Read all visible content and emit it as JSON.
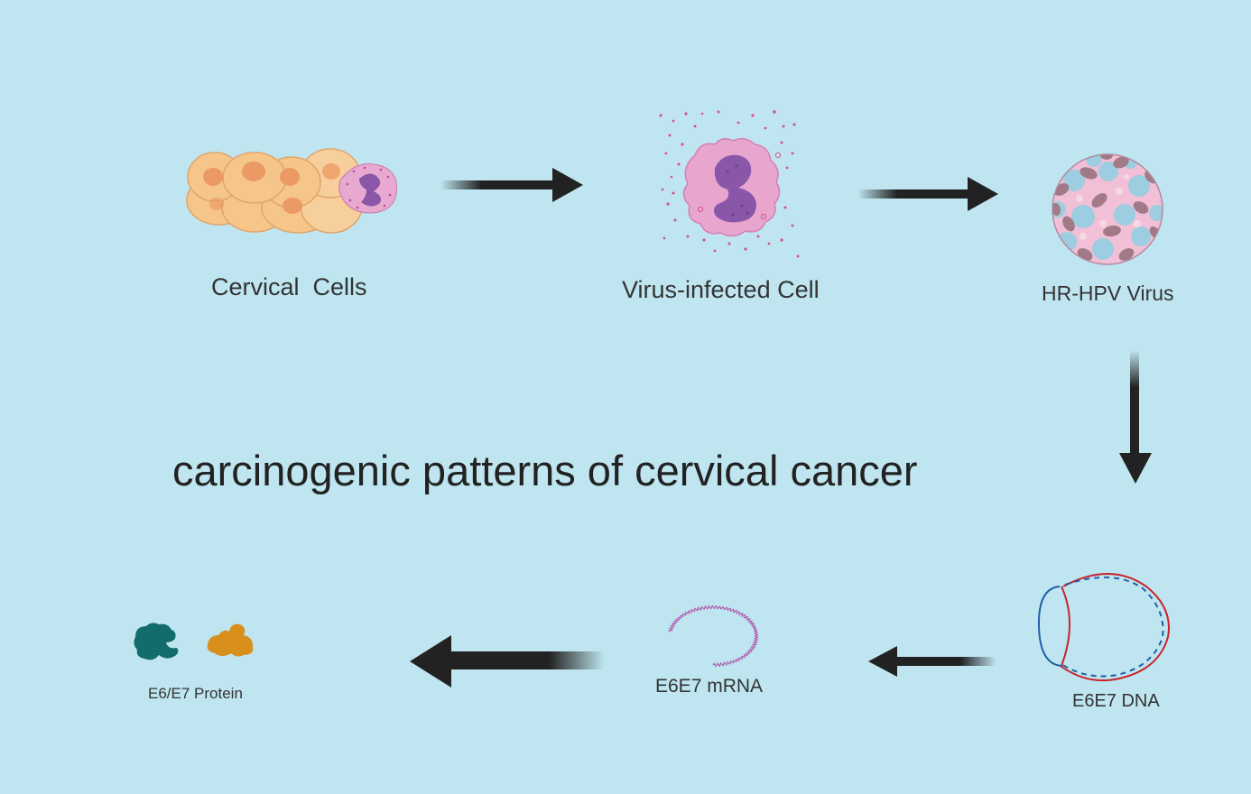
{
  "diagram": {
    "title": "carcinogenic patterns of cervical cancer",
    "nodes": [
      {
        "id": "cervical-cells",
        "label": "Cervical  Cells"
      },
      {
        "id": "virus-infected-cell",
        "label": "Virus-infected Cell"
      },
      {
        "id": "hr-hpv-virus",
        "label": "HR-HPV Virus"
      },
      {
        "id": "e6e7-dna",
        "label": "E6E7 DNA"
      },
      {
        "id": "e6e7-mrna",
        "label": "E6E7 mRNA"
      },
      {
        "id": "e6e7-protein",
        "label": "E6/E7 Protein"
      }
    ],
    "edges": [
      {
        "from": "cervical-cells",
        "to": "virus-infected-cell"
      },
      {
        "from": "virus-infected-cell",
        "to": "hr-hpv-virus"
      },
      {
        "from": "hr-hpv-virus",
        "to": "e6e7-dna"
      },
      {
        "from": "e6e7-dna",
        "to": "e6e7-mrna"
      },
      {
        "from": "e6e7-mrna",
        "to": "e6e7-protein"
      }
    ]
  },
  "colors": {
    "background": "#bfe6f0",
    "arrow": "#222222",
    "cervical_cell_fill": "#f5c58a",
    "cervical_cell_nucleus": "#eb9a63",
    "infected_cell_fill": "#e8a6cf",
    "nucleus_purple": "#8a56a8",
    "dots_pink": "#d64f8e",
    "virus_blue": "#9ccde0",
    "virus_pink": "#f2c0d6",
    "virus_mauve": "#a07a86",
    "dna_red": "#c8232c",
    "dna_blue": "#1f5fa8",
    "mrna_purple": "#b060b0",
    "protein_teal": "#136b6b",
    "protein_orange": "#d88f1c"
  }
}
